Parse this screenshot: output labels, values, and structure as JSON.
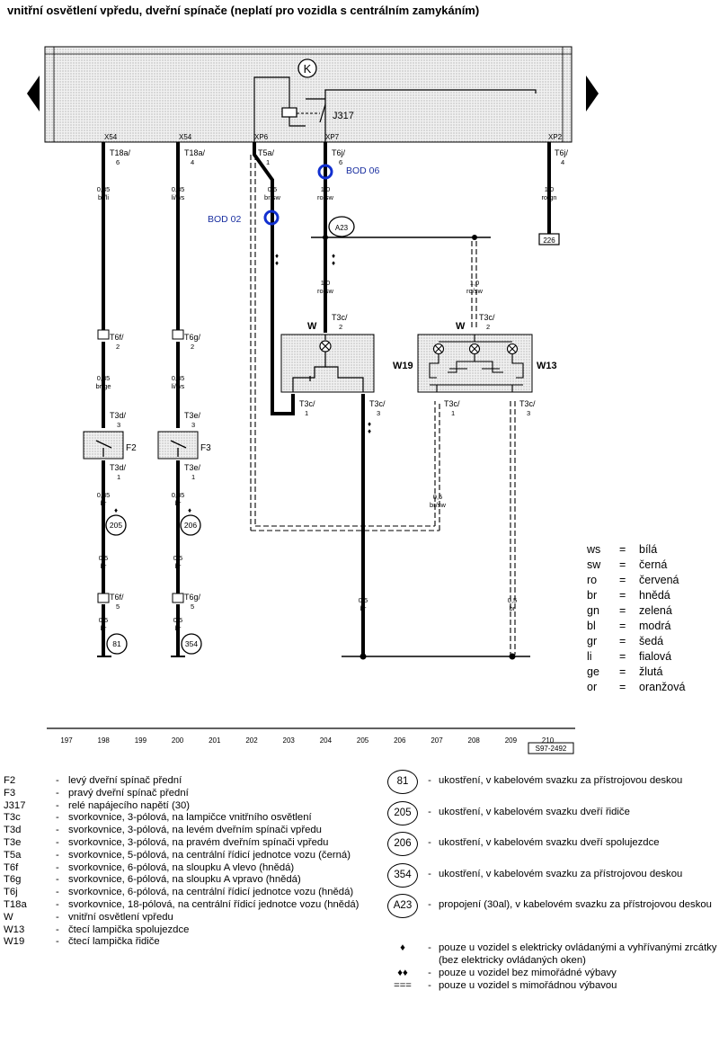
{
  "title": "vnitřní osvětlení vpředu, dveřní spínače (neplatí pro vozidla s centrálním zamykáním)",
  "relay_symbol": "K",
  "relay_label": "J317",
  "connectors": {
    "x54a": "X54",
    "x54b": "X54",
    "xp6": "XP6",
    "xp7": "XP7",
    "xp2": "XP2",
    "t18a_6": "T18a/",
    "t18a_6n": "6",
    "t18a_4": "T18a/",
    "t18a_4n": "4",
    "t5a_1": "T5a/",
    "t5a_1n": "1",
    "t6j_6": "T6j/",
    "t6j_6n": "6",
    "t6j_4": "T6j/",
    "t6j_4n": "4",
    "t6f_2": "T6f/",
    "t6f_2n": "2",
    "t6g_2": "T6g/",
    "t6g_2n": "2",
    "t3d_3": "T3d/",
    "t3d_3n": "3",
    "t3d_1": "T3d/",
    "t3d_1n": "1",
    "t3e_3": "T3e/",
    "t3e_3n": "3",
    "t3e_1": "T3e/",
    "t3e_1n": "1",
    "t6f_5": "T6f/",
    "t6f_5n": "5",
    "t6g_5": "T6g/",
    "t6g_5n": "5",
    "w_t3c_2": "T3c/",
    "w_t3c_2n": "2",
    "w_t3c_1": "T3c/",
    "w_t3c_1n": "1",
    "w_t3c_3": "T3c/",
    "w_t3c_3n": "3",
    "w13_t3c_2": "T3c/",
    "w13_t3c_2n": "2",
    "w13_t3c_1": "T3c/",
    "w13_t3c_1n": "1",
    "w13_t3c_3": "T3c/",
    "w13_t3c_3n": "3"
  },
  "wires": {
    "c198_a": "0,35",
    "c198_a2": "br/li",
    "c200_a": "0,35",
    "c200_a2": "li/ws",
    "c202_a": "0,5",
    "c202_a2": "br/sw",
    "c204_a": "1,0",
    "c204_a2": "ro/sw",
    "c210_a": "1,0",
    "c210_a2": "ro/gn",
    "c204_b": "1,0",
    "c204_b2": "ro/sw",
    "c208_b": "1,0",
    "c208_b2": "ro/sw",
    "c198_b": "0,35",
    "c198_b2": "br/ge",
    "c200_b": "0,35",
    "c200_b2": "li/ws",
    "c198_c": "0,35",
    "c198_c2": "br",
    "c200_c": "0,35",
    "c200_c2": "br",
    "c198_d": "0,5",
    "c198_d2": "br",
    "c200_d": "0,5",
    "c200_d2": "br",
    "c198_e": "0,5",
    "c198_e2": "br",
    "c200_e": "0,5",
    "c200_e2": "br",
    "c208_c": "0,5",
    "c208_c2": "br/sw",
    "c205_e": "0,5",
    "c205_e2": "br",
    "c209_e": "0,5",
    "c209_e2": "br"
  },
  "components": {
    "f2": "F2",
    "f3": "F3",
    "w": "W",
    "w_right": "W",
    "w19": "W19",
    "w13": "W13"
  },
  "circles": {
    "a23": "A23",
    "g205": "205",
    "g206": "206",
    "g81": "81",
    "g354": "354"
  },
  "box_ref": "226",
  "bod02": "BOD 02",
  "bod06": "BOD 06",
  "drawing_no": "S97-2492",
  "grid": [
    "197",
    "198",
    "199",
    "200",
    "201",
    "202",
    "203",
    "204",
    "205",
    "206",
    "207",
    "208",
    "209",
    "210"
  ],
  "color_legend": [
    {
      "abbr": "ws",
      "eq": "=",
      "name": "bílá"
    },
    {
      "abbr": "sw",
      "eq": "=",
      "name": "černá"
    },
    {
      "abbr": "ro",
      "eq": "=",
      "name": "červená"
    },
    {
      "abbr": "br",
      "eq": "=",
      "name": "hnědá"
    },
    {
      "abbr": "gn",
      "eq": "=",
      "name": "zelená"
    },
    {
      "abbr": "bl",
      "eq": "=",
      "name": "modrá"
    },
    {
      "abbr": "gr",
      "eq": "=",
      "name": "šedá"
    },
    {
      "abbr": "li",
      "eq": "=",
      "name": "fialová"
    },
    {
      "abbr": "ge",
      "eq": "=",
      "name": "žlutá"
    },
    {
      "abbr": "or",
      "eq": "=",
      "name": "oranžová"
    }
  ],
  "legend_left": [
    {
      "code": "F2",
      "dash": "-",
      "desc": "levý dveřní spínač přední"
    },
    {
      "code": "F3",
      "dash": "-",
      "desc": "pravý dveřní spínač přední"
    },
    {
      "code": "J317",
      "dash": "-",
      "desc": "relé napájecího napětí (30)"
    },
    {
      "code": "T3c",
      "dash": "-",
      "desc": "svorkovnice, 3-pólová, na lampičce vnitřního osvětlení"
    },
    {
      "code": "T3d",
      "dash": "-",
      "desc": "svorkovnice, 3-pólová, na levém dveřním spínači vpředu"
    },
    {
      "code": "T3e",
      "dash": "-",
      "desc": "svorkovnice, 3-pólová, na pravém dveřním spínači vpředu"
    },
    {
      "code": "T5a",
      "dash": "-",
      "desc": "svorkovnice, 5-pólová, na centrální řídicí jednotce vozu (černá)"
    },
    {
      "code": "T6f",
      "dash": "-",
      "desc": "svorkovnice, 6-pólová, na sloupku A vlevo (hnědá)"
    },
    {
      "code": "T6g",
      "dash": "-",
      "desc": "svorkovnice, 6-pólová, na sloupku A vpravo (hnědá)"
    },
    {
      "code": "T6j",
      "dash": "-",
      "desc": "svorkovnice, 6-pólová, na centrální řídicí jednotce vozu (hnědá)"
    },
    {
      "code": "T18a",
      "dash": "-",
      "desc": "svorkovnice, 18-pólová, na centrální řídicí jednotce vozu (hnědá)"
    },
    {
      "code": "W",
      "dash": "-",
      "desc": "vnitřní osvětlení vpředu"
    },
    {
      "code": "W13",
      "dash": "-",
      "desc": "čtecí lampička spolujezdce"
    },
    {
      "code": "W19",
      "dash": "-",
      "desc": "čtecí lampička řidiče"
    }
  ],
  "legend_right": [
    {
      "sym": "81",
      "dash": "-",
      "desc": "ukostření, v kabelovém svazku za přístrojovou deskou"
    },
    {
      "sym": "205",
      "dash": "-",
      "desc": "ukostření, v kabelovém svazku dveří řidiče"
    },
    {
      "sym": "206",
      "dash": "-",
      "desc": "ukostření, v kabelovém svazku dveří spolujezdce"
    },
    {
      "sym": "354",
      "dash": "-",
      "desc": "ukostření, v kabelovém svazku za přístrojovou deskou"
    },
    {
      "sym": "A23",
      "dash": "-",
      "desc": "propojení (30al), v kabelovém svazku za přístrojovou deskou"
    },
    {
      "sym": "♦",
      "dash": "-",
      "desc": "pouze u vozidel s elektricky ovládanými a vyhřívanými zrcátky (bez elektricky ovládaných oken)"
    },
    {
      "sym": "♦♦",
      "dash": "-",
      "desc": "pouze u vozidel bez mimořádné výbavy"
    },
    {
      "sym": "===",
      "dash": "-",
      "desc": "pouze u vozidel s mimořádnou výbavou"
    }
  ]
}
